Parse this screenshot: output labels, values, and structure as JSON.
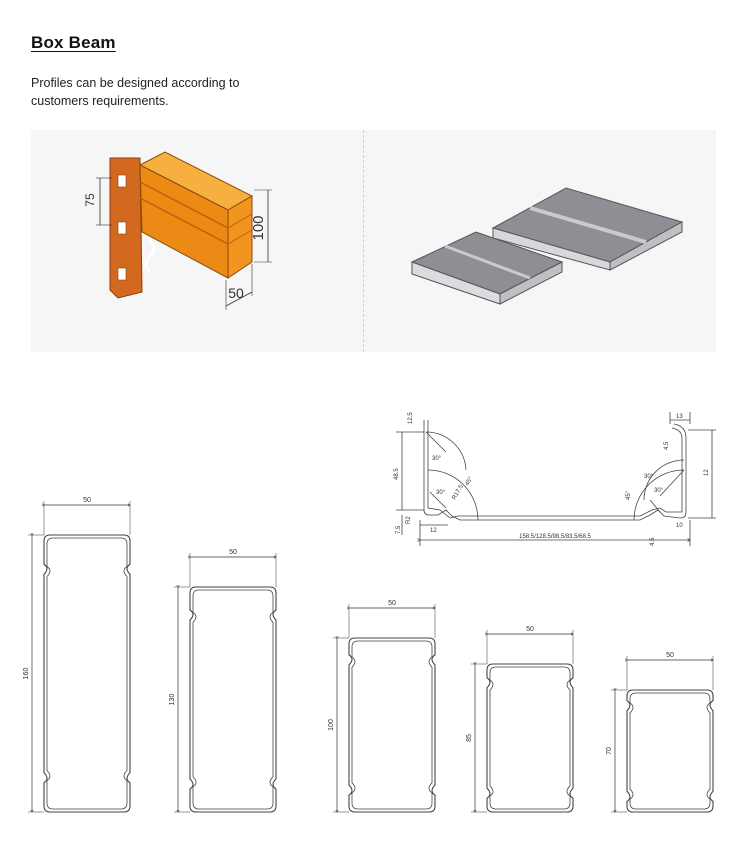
{
  "title": "Box Beam",
  "description": [
    "Profiles can be designed according to",
    "customers requirements."
  ],
  "illustration": {
    "dim_height": "75",
    "dim_beam_height": "100",
    "dim_beam_width": "50",
    "beam_color": "#f29420",
    "bracket_color": "#d2691e"
  },
  "cross_section": {
    "dims": {
      "top_left_small": "12.5",
      "left_height": "48.5",
      "left_radius": "R2",
      "left_bottom_offset": "7.5",
      "left_lip": "12",
      "angle_1": "30°",
      "angle_2": "30°",
      "angle_3": "45°",
      "radius_1": "R17.5",
      "right_top": "13",
      "right_small": "4.5",
      "right_height": "12",
      "right_angle_1": "30°",
      "right_angle_2": "30°",
      "right_angle_3": "45°",
      "right_bottom": "10",
      "bottom_length": "158.5/128.5/98.5/83.5/68.5",
      "bottom_right": "4.5"
    }
  },
  "profiles": [
    {
      "width": "50",
      "height": "160"
    },
    {
      "width": "50",
      "height": "130"
    },
    {
      "width": "50",
      "height": "100"
    },
    {
      "width": "50",
      "height": "85"
    },
    {
      "width": "50",
      "height": "70"
    }
  ]
}
